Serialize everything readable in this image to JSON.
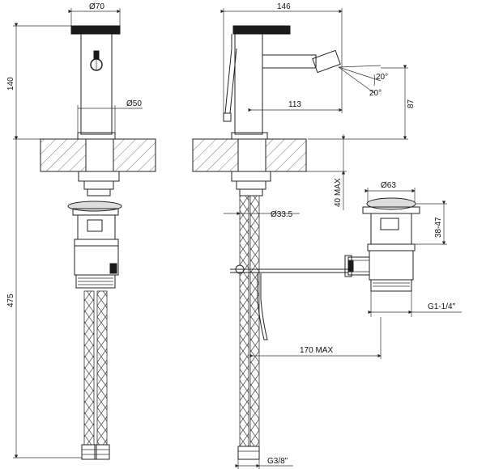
{
  "dimensions": {
    "front_handle_diameter": "Ø70",
    "front_height": "140",
    "front_body_diameter": "Ø50",
    "front_total_height": "475",
    "side_width": "146",
    "side_angle_top": "20°",
    "side_angle_bottom": "20°",
    "side_spout_reach": "113",
    "side_spout_height": "87",
    "side_deck_max": "40 MAX",
    "side_hole_diameter": "Ø33.5",
    "side_drain_reach": "170 MAX",
    "side_hose_thread": "G3/8\"",
    "waste_diameter": "Ø63",
    "waste_height": "38-47",
    "waste_thread": "G1-1/4\""
  },
  "colors": {
    "line": "#222222",
    "fill_dark": "#1a1a1a"
  }
}
